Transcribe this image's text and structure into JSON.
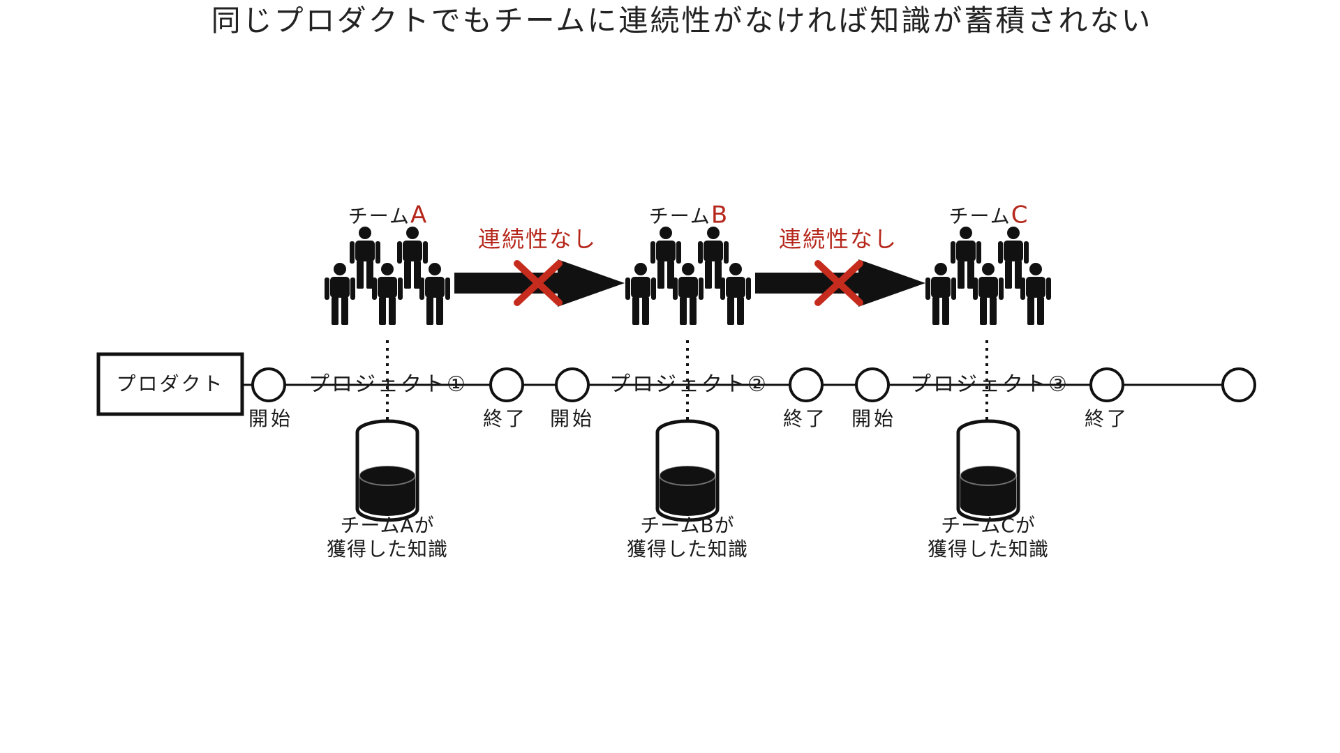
{
  "title": "同じプロダクトでもチームに連続性がなければ知識が蓄積されない",
  "product_label": "プロダクト",
  "teams": [
    {
      "prefix": "チーム",
      "letter": "A"
    },
    {
      "prefix": "チーム",
      "letter": "B"
    },
    {
      "prefix": "チーム",
      "letter": "C"
    }
  ],
  "no_continuity": [
    "連続性なし",
    "連続性なし"
  ],
  "projects": [
    "プロジェクト①",
    "プロジェクト②",
    "プロジェクト③"
  ],
  "node_labels": {
    "start": "開始",
    "end": "終了"
  },
  "knowledge": [
    {
      "line1": "チームAが",
      "line2": "獲得した知識"
    },
    {
      "line1": "チームBが",
      "line2": "獲得した知識"
    },
    {
      "line1": "チームCが",
      "line2": "獲得した知識"
    }
  ],
  "colors": {
    "accent": "#b5271b",
    "ink": "#111111",
    "background": "#ffffff"
  },
  "icons": [
    "person-icon",
    "arrow-right-icon",
    "cross-icon",
    "database-cylinder-icon"
  ]
}
